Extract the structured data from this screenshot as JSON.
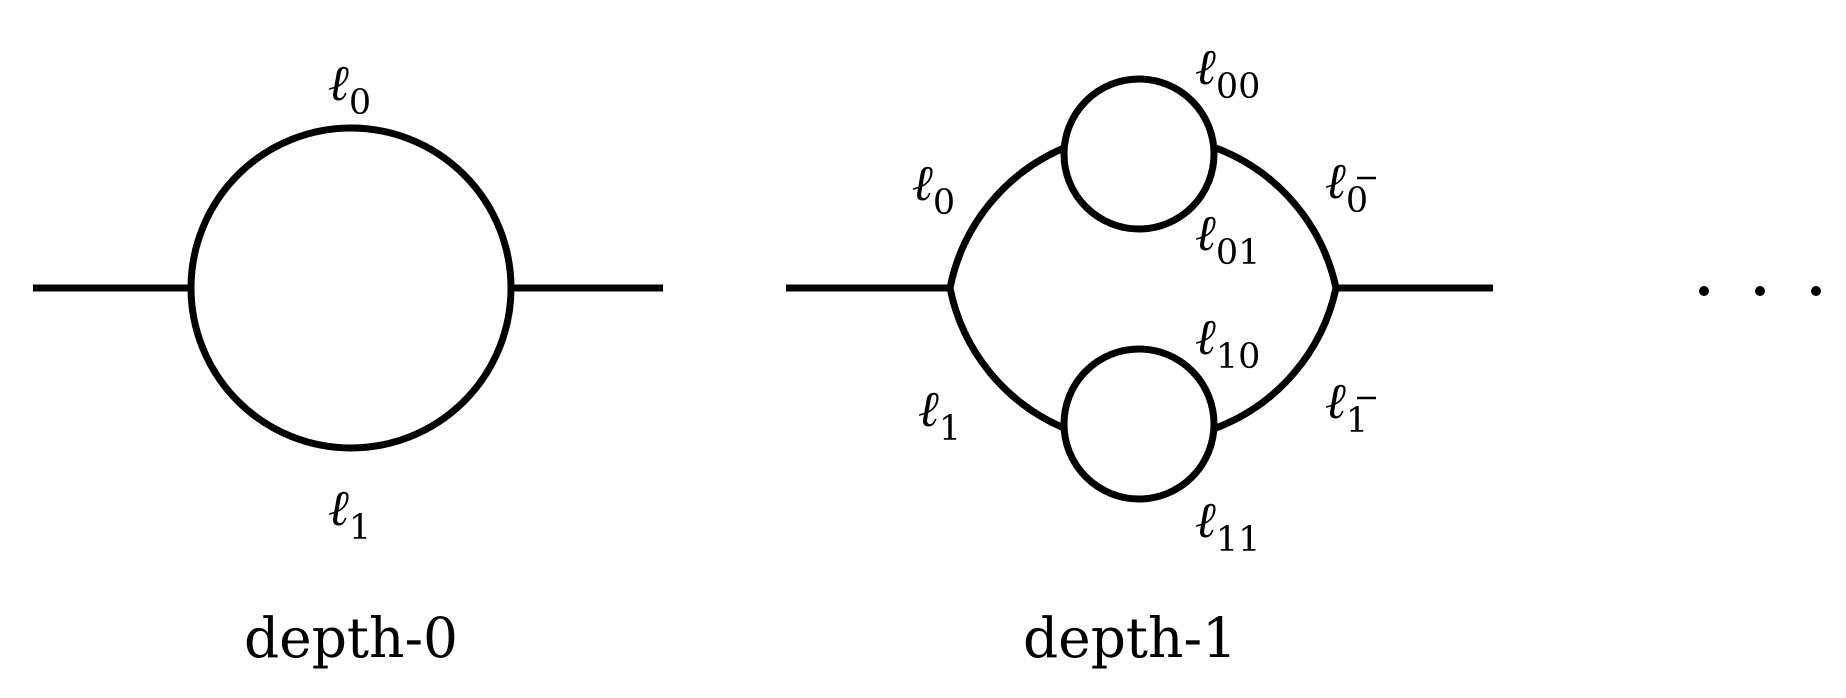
{
  "label_symbol": "ℓ",
  "diagrams": [
    {
      "caption": "depth-0",
      "edge_labels": [
        "0",
        "1"
      ]
    },
    {
      "caption": "depth-1",
      "edge_labels": [
        "0",
        "1",
        "00",
        "01",
        "10",
        "11"
      ],
      "barred_labels": [
        "0",
        "1"
      ],
      "bar_mark": "¯"
    }
  ],
  "continuation": "…"
}
